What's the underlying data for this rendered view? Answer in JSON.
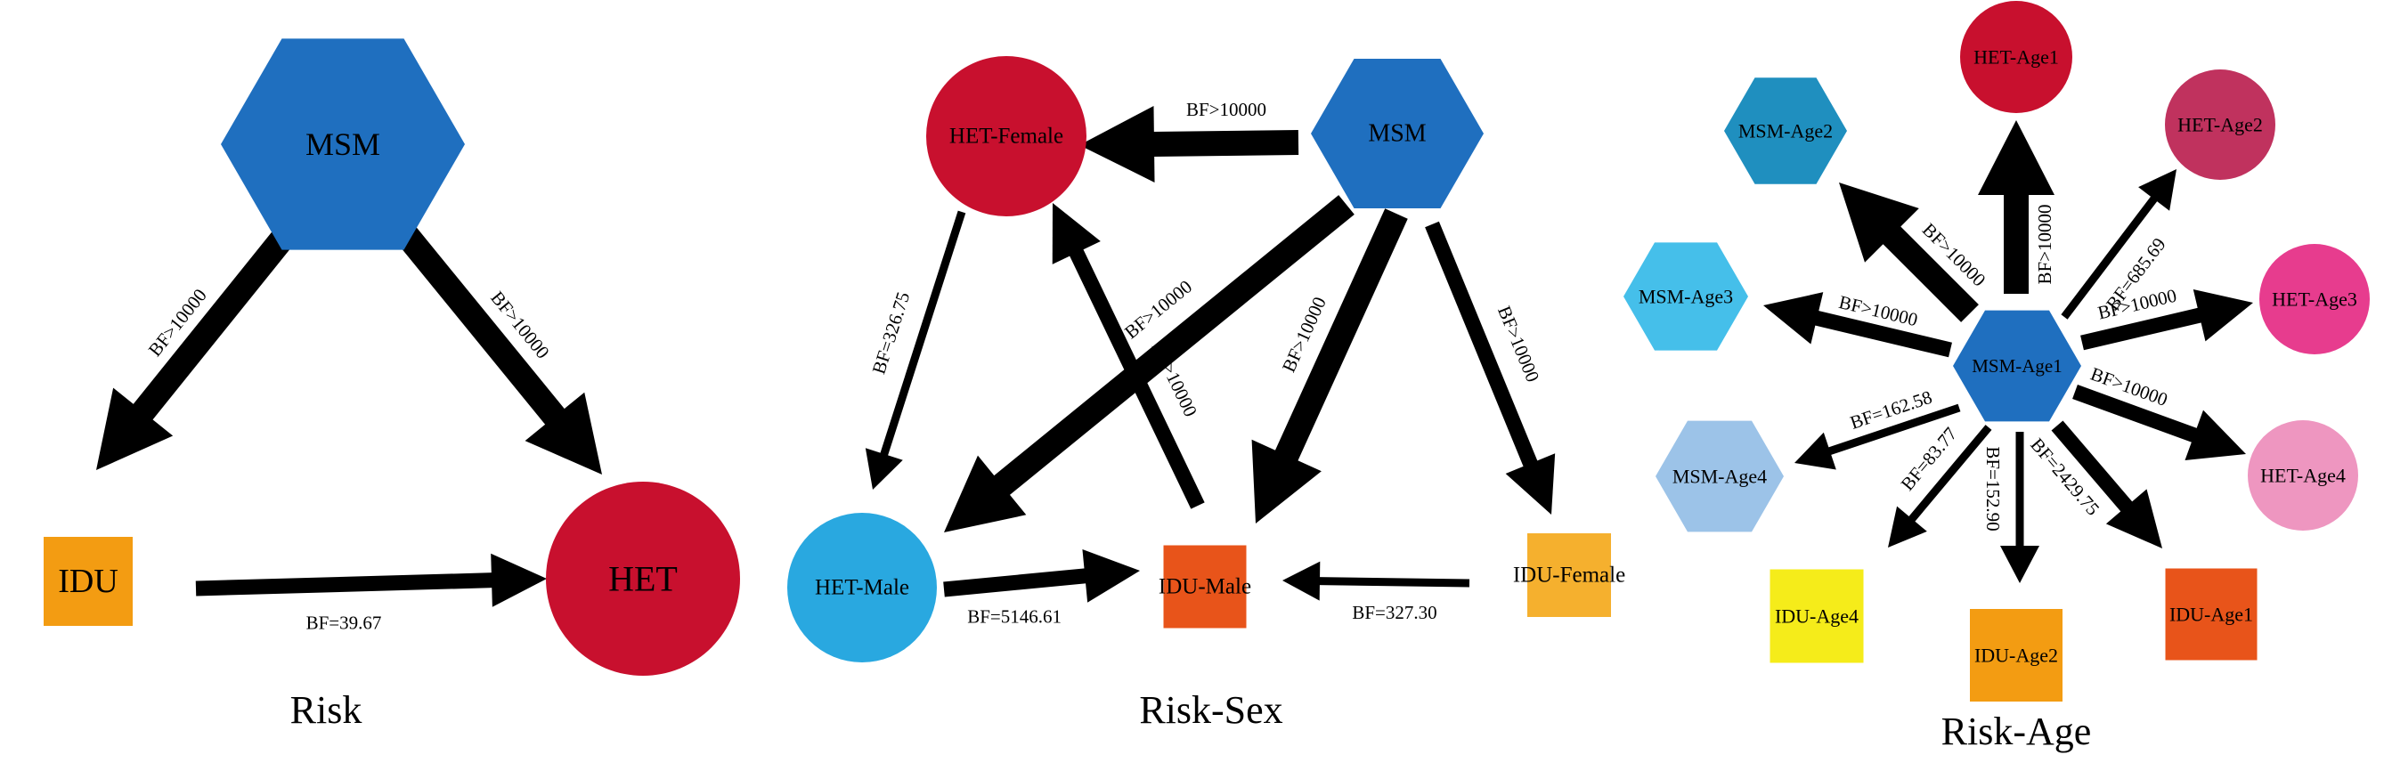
{
  "panels": [
    {
      "id": "risk",
      "title": "Risk",
      "nodes": [
        {
          "id": "MSM",
          "label": "MSM",
          "shape": "hexagon",
          "color": "#1f6fbf"
        },
        {
          "id": "IDU",
          "label": "IDU",
          "shape": "square",
          "color": "#f39c12"
        },
        {
          "id": "HET",
          "label": "HET",
          "shape": "circle",
          "color": "#c8102e"
        }
      ],
      "edges": [
        {
          "from": "MSM",
          "to": "IDU",
          "label": "BF>10000",
          "weight": "heavy"
        },
        {
          "from": "MSM",
          "to": "HET",
          "label": "BF>10000",
          "weight": "heavy"
        },
        {
          "from": "IDU",
          "to": "HET",
          "label": "BF=39.67",
          "weight": "medium"
        }
      ]
    },
    {
      "id": "risk-sex",
      "title": "Risk-Sex",
      "nodes": [
        {
          "id": "MSM",
          "label": "MSM",
          "shape": "hexagon",
          "color": "#1f6fbf"
        },
        {
          "id": "HET-Female",
          "label": "HET-Female",
          "shape": "circle",
          "color": "#c8102e"
        },
        {
          "id": "HET-Male",
          "label": "HET-Male",
          "shape": "circle",
          "color": "#29a8e0"
        },
        {
          "id": "IDU-Male",
          "label": "IDU-Male",
          "shape": "square",
          "color": "#e8541a"
        },
        {
          "id": "IDU-Female",
          "label": "IDU-Female",
          "shape": "square",
          "color": "#f5b02e"
        }
      ],
      "edges": [
        {
          "from": "MSM",
          "to": "HET-Female",
          "label": "BF>10000",
          "weight": "heavy"
        },
        {
          "from": "MSM",
          "to": "HET-Male",
          "label": "BF>10000",
          "weight": "heavy"
        },
        {
          "from": "MSM",
          "to": "IDU-Male",
          "label": "BF>10000",
          "weight": "heavy"
        },
        {
          "from": "MSM",
          "to": "IDU-Female",
          "label": "BF>10000",
          "weight": "medium"
        },
        {
          "from": "HET-Female",
          "to": "HET-Male",
          "label": "BF=326.75",
          "weight": "light"
        },
        {
          "from": "IDU-Male",
          "to": "HET-Female",
          "label": "BF>10000",
          "weight": "medium"
        },
        {
          "from": "HET-Male",
          "to": "IDU-Male",
          "label": "BF=5146.61",
          "weight": "medium"
        },
        {
          "from": "IDU-Female",
          "to": "IDU-Male",
          "label": "BF=327.30",
          "weight": "light"
        }
      ]
    },
    {
      "id": "risk-age",
      "title": "Risk-Age",
      "nodes": [
        {
          "id": "MSM-Age1",
          "label": "MSM-Age1",
          "shape": "hexagon",
          "color": "#1f6fbf"
        },
        {
          "id": "HET-Age1",
          "label": "HET-Age1",
          "shape": "circle",
          "color": "#c8102e"
        },
        {
          "id": "HET-Age2",
          "label": "HET-Age2",
          "shape": "circle",
          "color": "#c0325e"
        },
        {
          "id": "HET-Age3",
          "label": "HET-Age3",
          "shape": "circle",
          "color": "#e73c8e"
        },
        {
          "id": "HET-Age4",
          "label": "HET-Age4",
          "shape": "circle",
          "color": "#ee96c0"
        },
        {
          "id": "MSM-Age2",
          "label": "MSM-Age2",
          "shape": "hexagon",
          "color": "#1f8fbf"
        },
        {
          "id": "MSM-Age3",
          "label": "MSM-Age3",
          "shape": "hexagon",
          "color": "#45bfea"
        },
        {
          "id": "MSM-Age4",
          "label": "MSM-Age4",
          "shape": "hexagon",
          "color": "#9cc3e8"
        },
        {
          "id": "IDU-Age1",
          "label": "IDU-Age1",
          "shape": "square",
          "color": "#e8541a"
        },
        {
          "id": "IDU-Age2",
          "label": "IDU-Age2",
          "shape": "square",
          "color": "#f39c12"
        },
        {
          "id": "IDU-Age4",
          "label": "IDU-Age4",
          "shape": "square",
          "color": "#f5ec1a"
        }
      ],
      "edges": [
        {
          "from": "MSM-Age1",
          "to": "HET-Age1",
          "label": "BF>10000",
          "weight": "heavy"
        },
        {
          "from": "MSM-Age1",
          "to": "HET-Age2",
          "label": "BF=685.69",
          "weight": "light"
        },
        {
          "from": "MSM-Age1",
          "to": "HET-Age3",
          "label": "BF>10000",
          "weight": "medium"
        },
        {
          "from": "MSM-Age1",
          "to": "HET-Age4",
          "label": "BF>10000",
          "weight": "medium"
        },
        {
          "from": "MSM-Age1",
          "to": "MSM-Age2",
          "label": "BF>10000",
          "weight": "heavy"
        },
        {
          "from": "MSM-Age1",
          "to": "MSM-Age3",
          "label": "BF>10000",
          "weight": "medium"
        },
        {
          "from": "MSM-Age1",
          "to": "MSM-Age4",
          "label": "BF=162.58",
          "weight": "light"
        },
        {
          "from": "MSM-Age1",
          "to": "IDU-Age4",
          "label": "BF=83.77",
          "weight": "light"
        },
        {
          "from": "MSM-Age1",
          "to": "IDU-Age2",
          "label": "BF=152.90",
          "weight": "light"
        },
        {
          "from": "MSM-Age1",
          "to": "IDU-Age1",
          "label": "BF=2429.75",
          "weight": "medium"
        }
      ]
    }
  ]
}
